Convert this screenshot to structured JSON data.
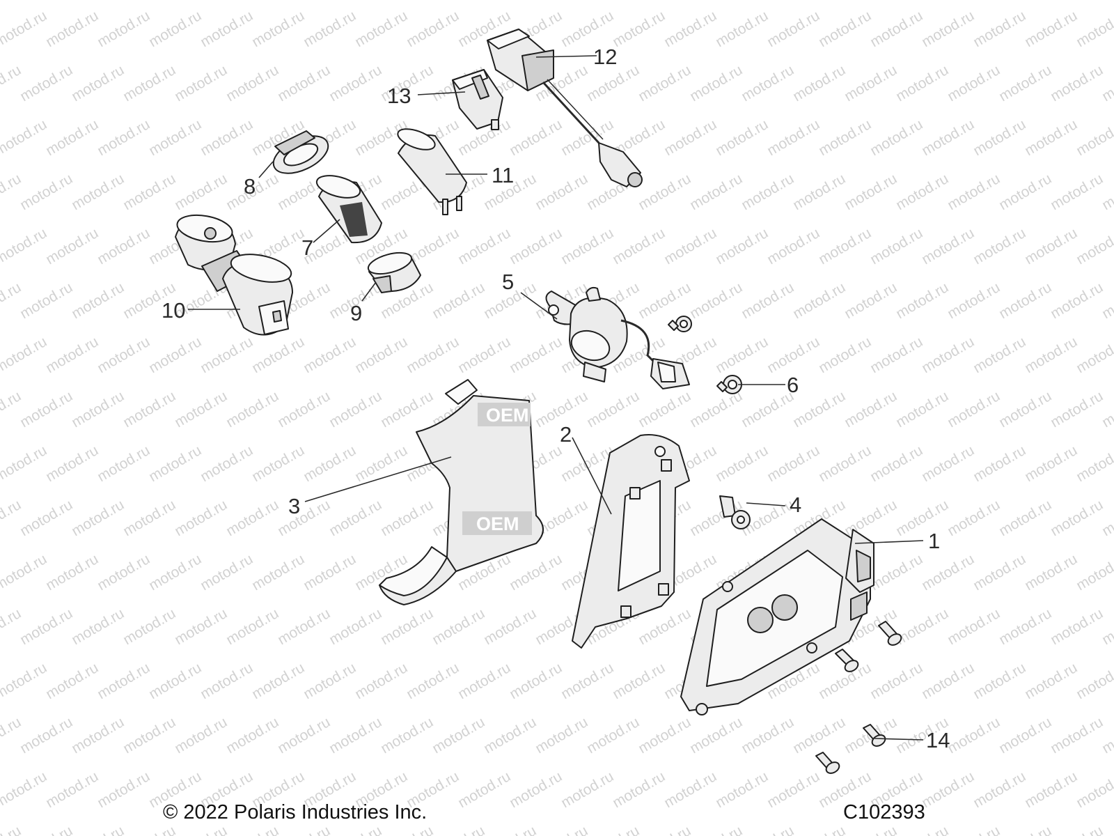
{
  "diagram": {
    "watermark": "motod.ru",
    "stamp": "OEM",
    "copyright": "© 2022 Polaris Industries Inc.",
    "drawing_id": "C102393",
    "callouts": [
      {
        "label": "1"
      },
      {
        "label": "2"
      },
      {
        "label": "3"
      },
      {
        "label": "4"
      },
      {
        "label": "5"
      },
      {
        "label": "6"
      },
      {
        "label": "7"
      },
      {
        "label": "8"
      },
      {
        "label": "9"
      },
      {
        "label": "10"
      },
      {
        "label": "11"
      },
      {
        "label": "12"
      },
      {
        "label": "13"
      },
      {
        "label": "14"
      }
    ]
  }
}
